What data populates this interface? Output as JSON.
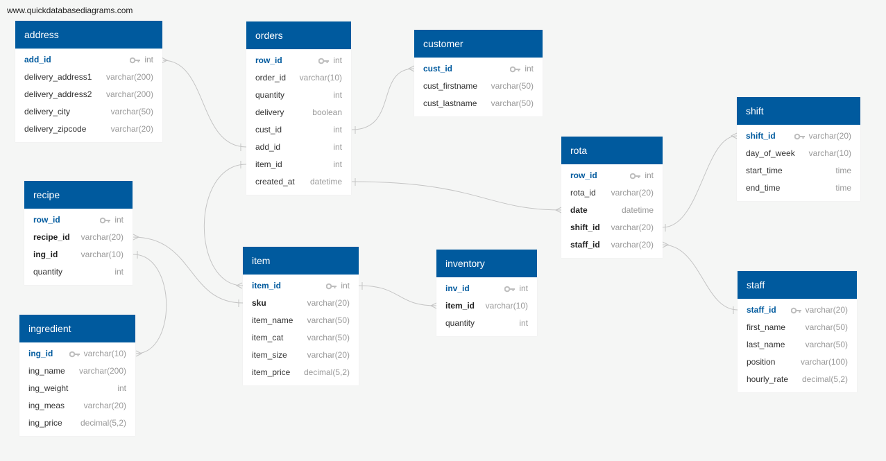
{
  "watermark": "www.quickdatabasediagrams.com",
  "colors": {
    "header": "#005a9e",
    "pk_text": "#005a9e",
    "type_text": "#999999",
    "link": "#c4c4c4"
  },
  "icons": {
    "primary_key": "key-icon"
  },
  "tables": {
    "address": {
      "name": "address",
      "fields": [
        {
          "name": "add_id",
          "type": "int",
          "pk": true
        },
        {
          "name": "delivery_address1",
          "type": "varchar(200)"
        },
        {
          "name": "delivery_address2",
          "type": "varchar(200)"
        },
        {
          "name": "delivery_city",
          "type": "varchar(50)"
        },
        {
          "name": "delivery_zipcode",
          "type": "varchar(20)"
        }
      ]
    },
    "orders": {
      "name": "orders",
      "fields": [
        {
          "name": "row_id",
          "type": "int",
          "pk": true
        },
        {
          "name": "order_id",
          "type": "varchar(10)"
        },
        {
          "name": "quantity",
          "type": "int"
        },
        {
          "name": "delivery",
          "type": "boolean"
        },
        {
          "name": "cust_id",
          "type": "int"
        },
        {
          "name": "add_id",
          "type": "int"
        },
        {
          "name": "item_id",
          "type": "int"
        },
        {
          "name": "created_at",
          "type": "datetime"
        }
      ]
    },
    "customer": {
      "name": "customer",
      "fields": [
        {
          "name": "cust_id",
          "type": "int",
          "pk": true
        },
        {
          "name": "cust_firstname",
          "type": "varchar(50)"
        },
        {
          "name": "cust_lastname",
          "type": "varchar(50)"
        }
      ]
    },
    "shift": {
      "name": "shift",
      "fields": [
        {
          "name": "shift_id",
          "type": "varchar(20)",
          "pk": true
        },
        {
          "name": "day_of_week",
          "type": "varchar(10)"
        },
        {
          "name": "start_time",
          "type": "time"
        },
        {
          "name": "end_time",
          "type": "time"
        }
      ]
    },
    "rota": {
      "name": "rota",
      "fields": [
        {
          "name": "row_id",
          "type": "int",
          "pk": true
        },
        {
          "name": "rota_id",
          "type": "varchar(20)"
        },
        {
          "name": "date",
          "type": "datetime",
          "fk": true
        },
        {
          "name": "shift_id",
          "type": "varchar(20)",
          "fk": true
        },
        {
          "name": "staff_id",
          "type": "varchar(20)",
          "fk": true
        }
      ]
    },
    "recipe": {
      "name": "recipe",
      "fields": [
        {
          "name": "row_id",
          "type": "int",
          "pk": true
        },
        {
          "name": "recipe_id",
          "type": "varchar(20)",
          "fk": true
        },
        {
          "name": "ing_id",
          "type": "varchar(10)",
          "fk": true
        },
        {
          "name": "quantity",
          "type": "int"
        }
      ]
    },
    "item": {
      "name": "item",
      "fields": [
        {
          "name": "item_id",
          "type": "int",
          "pk": true
        },
        {
          "name": "sku",
          "type": "varchar(20)",
          "fk": true
        },
        {
          "name": "item_name",
          "type": "varchar(50)"
        },
        {
          "name": "item_cat",
          "type": "varchar(50)"
        },
        {
          "name": "item_size",
          "type": "varchar(20)"
        },
        {
          "name": "item_price",
          "type": "decimal(5,2)"
        }
      ]
    },
    "inventory": {
      "name": "inventory",
      "fields": [
        {
          "name": "inv_id",
          "type": "int",
          "pk": true
        },
        {
          "name": "item_id",
          "type": "varchar(10)",
          "fk": true
        },
        {
          "name": "quantity",
          "type": "int"
        }
      ]
    },
    "ingredient": {
      "name": "ingredient",
      "fields": [
        {
          "name": "ing_id",
          "type": "varchar(10)",
          "pk": true
        },
        {
          "name": "ing_name",
          "type": "varchar(200)"
        },
        {
          "name": "ing_weight",
          "type": "int"
        },
        {
          "name": "ing_meas",
          "type": "varchar(20)"
        },
        {
          "name": "ing_price",
          "type": "decimal(5,2)"
        }
      ]
    },
    "staff": {
      "name": "staff",
      "fields": [
        {
          "name": "staff_id",
          "type": "varchar(20)",
          "pk": true
        },
        {
          "name": "first_name",
          "type": "varchar(50)"
        },
        {
          "name": "last_name",
          "type": "varchar(50)"
        },
        {
          "name": "position",
          "type": "varchar(100)"
        },
        {
          "name": "hourly_rate",
          "type": "decimal(5,2)"
        }
      ]
    }
  }
}
